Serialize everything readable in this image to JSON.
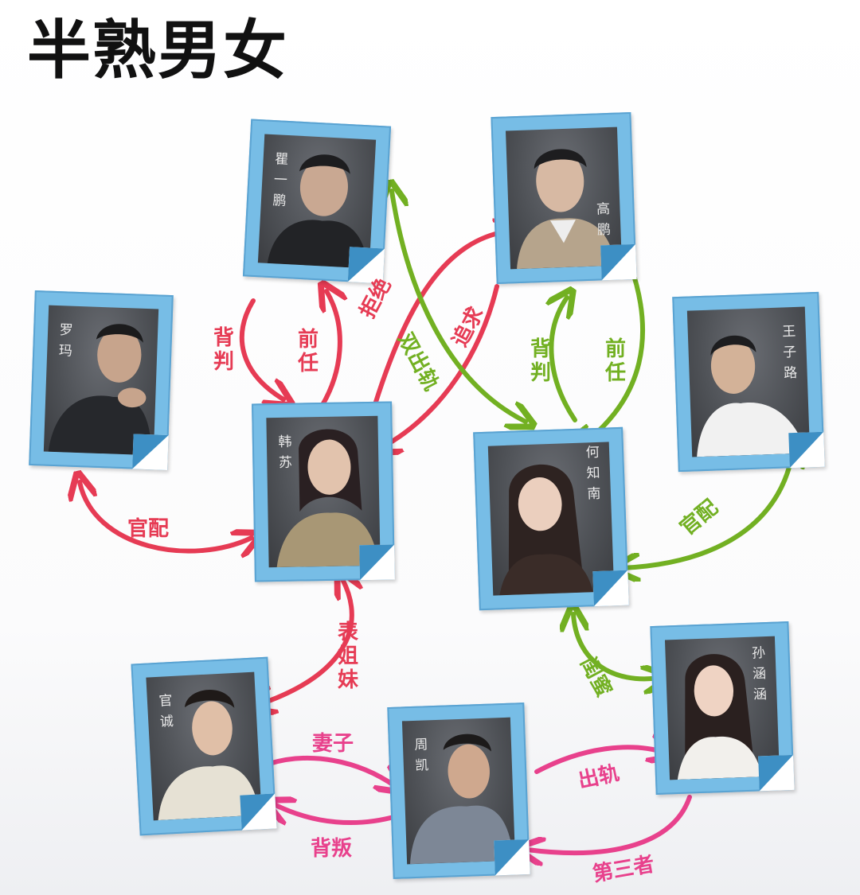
{
  "title": "半熟男女",
  "colors": {
    "red": "#e63b54",
    "green": "#72b022",
    "pink": "#e8418c",
    "card": "#77bde6"
  },
  "people": {
    "cheng_yipeng": "瞿一鹏",
    "gao_peng": "高鹏",
    "luo_ma": "罗玛",
    "wang_zilu": "王子路",
    "han_su": "韩苏",
    "he_zhinan": "何知南",
    "guan_cheng": "官诚",
    "zhou_kai": "周凯",
    "sun_hanhan": "孙涵涵"
  },
  "relations": {
    "beipan_1": "背判",
    "qianren_1": "前任",
    "jujue": "拒绝",
    "shuangchugui": "双出轨",
    "zhuiqiu": "追求",
    "beipan_2": "背判",
    "qianren_2": "前任",
    "guanpei_1": "官配",
    "guanpei_2": "官配",
    "biaojiemei": "表姐妹",
    "guimi": "闺蜜",
    "qizi": "妻子",
    "beipan_3": "背叛",
    "chugui": "出轨",
    "disanzhe": "第三者"
  }
}
